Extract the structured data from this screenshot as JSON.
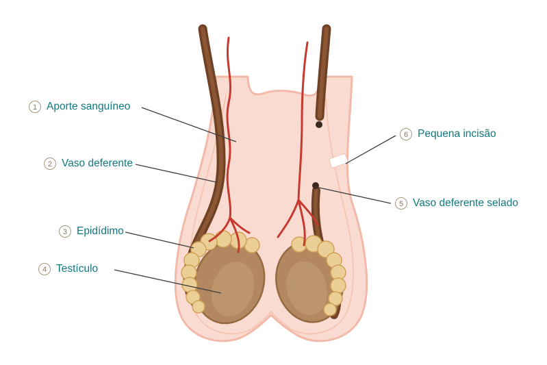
{
  "labels": [
    {
      "num": "1",
      "text": "Aporte sanguíneo"
    },
    {
      "num": "2",
      "text": "Vaso deferente"
    },
    {
      "num": "3",
      "text": "Epidídimo"
    },
    {
      "num": "4",
      "text": "Testículo"
    },
    {
      "num": "5",
      "text": "Vaso deferente selado"
    },
    {
      "num": "6",
      "text": "Pequena incisão"
    }
  ],
  "colors": {
    "label_text": "#10787e",
    "label_number": "#8a7a60",
    "scrotum_fill": "#fadbd2",
    "scrotum_outline": "#f3b9a8",
    "inner_contour": "#f5c6b6",
    "testicle_fill": "#b3875f",
    "testicle_outline": "#966a40",
    "epididymis_fill": "#eccf96",
    "epididymis_outline": "#cfa257",
    "vas_deferens_dark": "#6f4226",
    "vas_deferens_light": "#8a5634",
    "blood_vessel": "#c5392f",
    "cut_dot": "#3a2a20",
    "incision_fill": "#ffffff",
    "connector_line": "#3d3d3d"
  }
}
